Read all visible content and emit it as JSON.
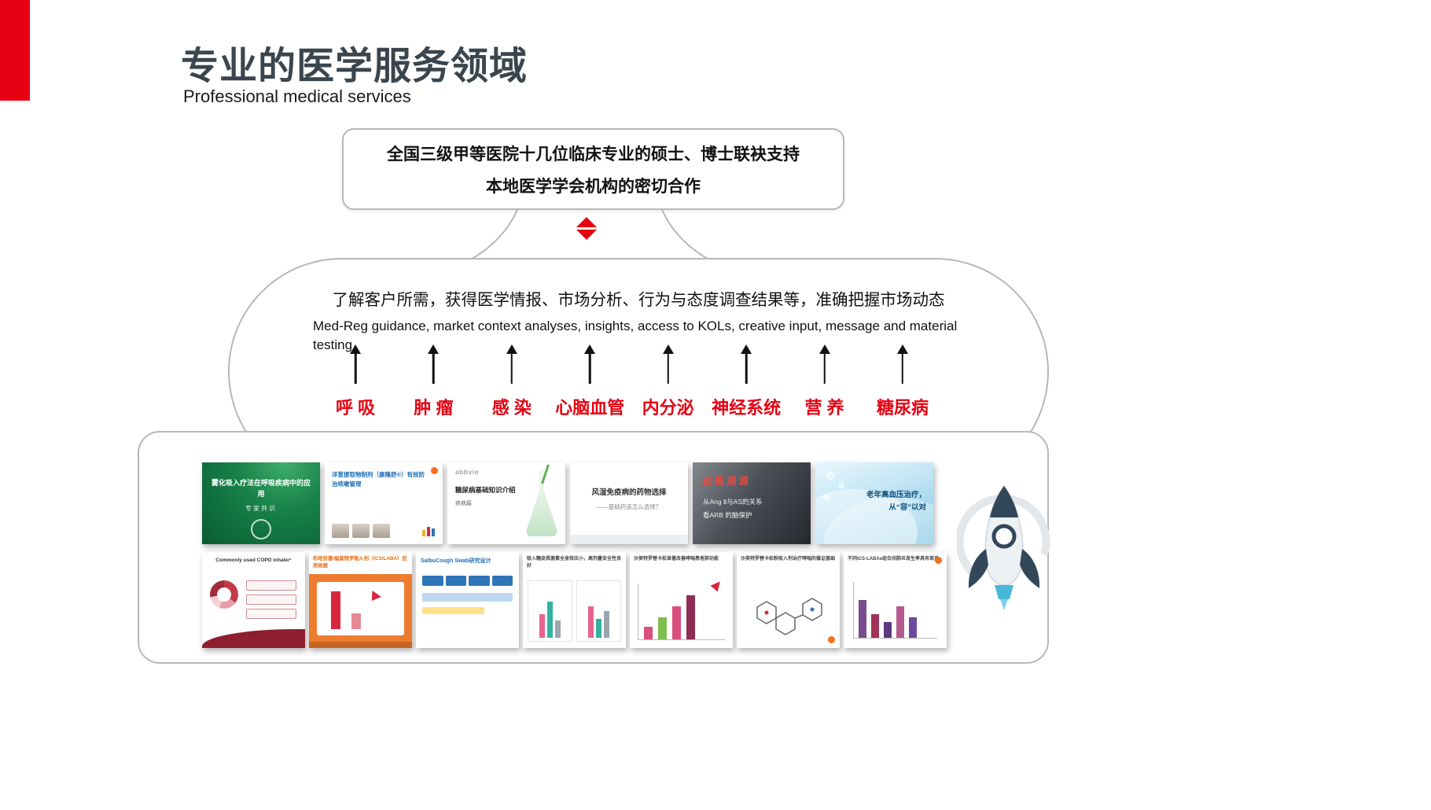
{
  "colors": {
    "accent_red": "#e60012",
    "title_gray": "#3b454e",
    "border_gray": "#b5b8ba",
    "category_red": "#e60012"
  },
  "header": {
    "title": "专业的医学服务领域",
    "subtitle": "Professional medical services"
  },
  "callout": {
    "line1": "全国三级甲等医院十几位临床专业的硕士、博士联袂支持",
    "line2": "本地医学学会机构的密切合作"
  },
  "capability": {
    "cn": "了解客户所需，获得医学情报、市场分析、行为与态度调查结果等，准确把握市场动态",
    "en": "Med-Reg guidance, market context analyses, insights, access to KOLs,  creative input, message and material testing",
    "categories": [
      "呼 吸",
      "肿 瘤",
      "感 染",
      "心脑血管",
      "内分泌",
      "神经系统",
      "营 养",
      "糖尿病"
    ]
  },
  "gallery": {
    "top_row": [
      {
        "title": "雾化吸入疗法在呼吸疾病中的应用",
        "subtitle": "专家共识"
      },
      {
        "title": "洋葱提取物制剂（康隆舒®）有效防治咳嗽管理"
      },
      {
        "brand": "abbvie",
        "title": "糖尿病基础知识介绍",
        "subtitle": "疾病篇"
      },
      {
        "title": "风湿免疫病的药物选择",
        "subtitle": "——基础药该怎么选择？"
      },
      {
        "title": "追根溯源",
        "line2": "从Ang Ⅱ与AS的关系",
        "line3": "看ARB 的脑保护"
      },
      {
        "title": "老年高血压治疗，",
        "subtitle": "从“容”以对"
      }
    ],
    "bottom_row": [
      {
        "title": "Commonly used COPD inhaler¹"
      },
      {
        "title": "布地奈德/福莫特罗吸入剂（ICS/LABA）应用依据"
      },
      {
        "title": "SalbuCough Swab研究设计"
      },
      {
        "title": "吸入糖皮质激素全身效应小，高剂量安全性良好"
      },
      {
        "title": "沙美特罗替卡松显著改善哮喘患者肺功能"
      },
      {
        "title": "沙美特罗替卡松粉吸入剂治疗哮喘的循证基础"
      },
      {
        "title": "不同ICS-LABAs组合间肺炎发生率具有差异"
      }
    ]
  }
}
